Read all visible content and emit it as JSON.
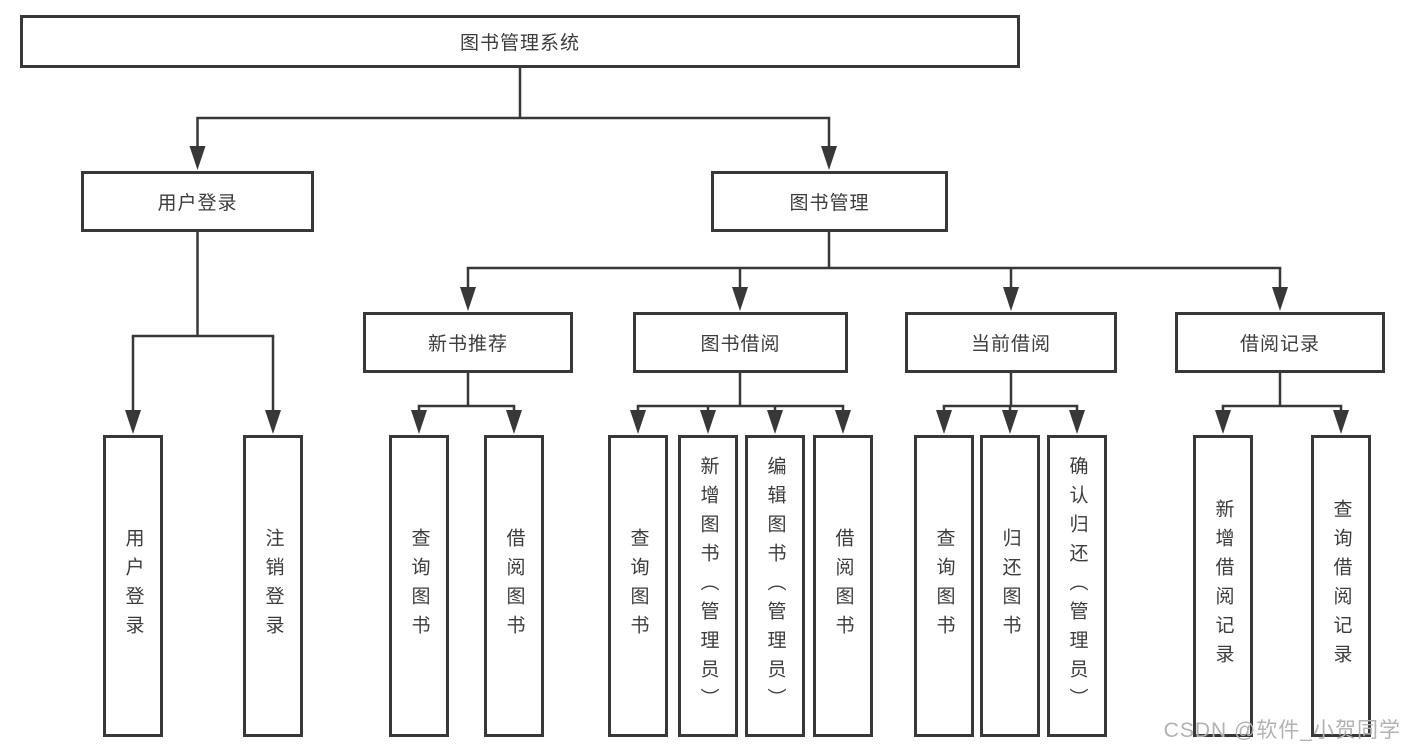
{
  "tree": {
    "root": "图书管理系统",
    "user_login": {
      "label": "用户登录",
      "children": [
        "用户登录",
        "注销登录"
      ]
    },
    "book_management": {
      "label": "图书管理",
      "sections": [
        {
          "label": "新书推荐",
          "children": [
            "查询图书",
            "借阅图书"
          ]
        },
        {
          "label": "图书借阅",
          "children": [
            "查询图书",
            "新增图书（管理员）",
            "编辑图书（管理员）",
            "借阅图书"
          ]
        },
        {
          "label": "当前借阅",
          "children": [
            "查询图书",
            "归还图书",
            "确认归还（管理员）"
          ]
        },
        {
          "label": "借阅记录",
          "children": [
            "新增借阅记录",
            "查询借阅记录"
          ]
        }
      ]
    }
  },
  "watermark": "CSDN @软件_小贺同学",
  "colors": {
    "line": "#383838",
    "text": "#3c3c3c",
    "box_fill": "#ffffff",
    "background": "#ffffff",
    "watermark": "#b2b2b2"
  }
}
